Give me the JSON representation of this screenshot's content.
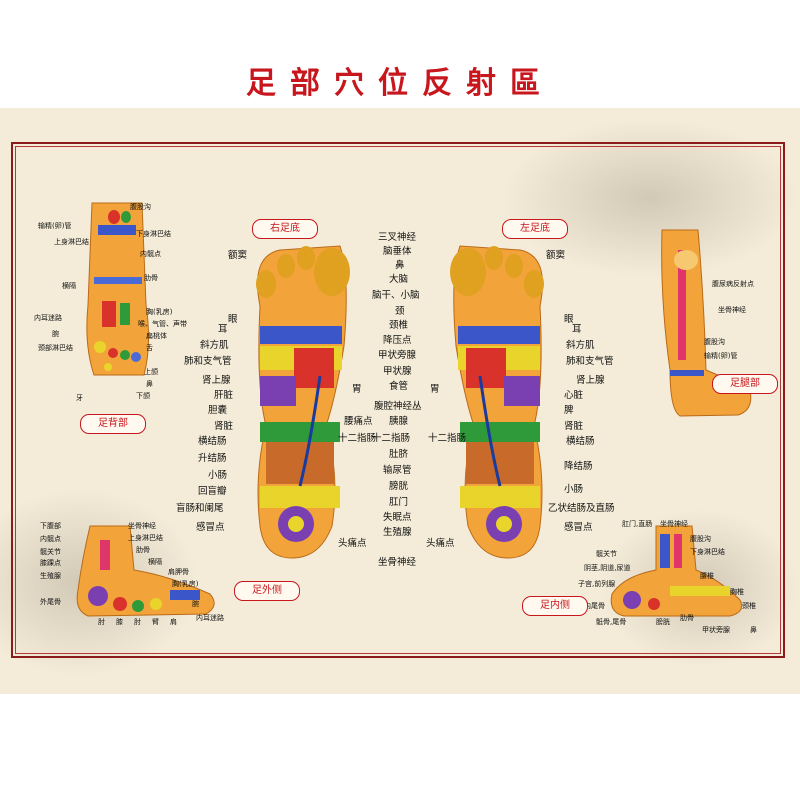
{
  "title": "足部穴位反射區",
  "tags": {
    "right_sole": "右足底",
    "left_sole": "左足底",
    "dorsal": "足背部",
    "lateral": "足外侧",
    "medial": "足内侧",
    "leg": "足腿部"
  },
  "center_labels": [
    "三叉神经",
    "脑垂体",
    "鼻",
    "大脑",
    "脑干、小脑",
    "颈",
    "颈椎",
    "降压点",
    "甲状旁腺",
    "甲状腺",
    "食管",
    "腹腔神经丛",
    "胰腺",
    "十二指肠",
    "肚脐",
    "输尿管",
    "膀胱",
    "肛门",
    "失眠点",
    "生殖腺",
    "头痛点",
    "坐骨神经"
  ],
  "center_side": {
    "stomach_r": "胃",
    "stomach_l": "胃",
    "lumbago_r": "腰痛点",
    "duodenum_r": "十二指肠",
    "duodenum_l": "十二指肠",
    "headache_l": "头痛点"
  },
  "right_labels": [
    "额窦",
    "眼",
    "耳",
    "斜方肌",
    "肺和支气管",
    "肾上腺",
    "肝脏",
    "胆囊",
    "肾脏",
    "横结肠",
    "升结肠",
    "小肠",
    "回盲瓣",
    "盲肠和阑尾",
    "感冒点"
  ],
  "left_labels": [
    "额窦",
    "眼",
    "耳",
    "斜方肌",
    "肺和支气管",
    "肾上腺",
    "心脏",
    "脾",
    "肾脏",
    "横结肠",
    "降结肠",
    "小肠",
    "乙状结肠及直肠",
    "感冒点"
  ],
  "dorsal_labels": [
    "腹股沟",
    "输精(卵)管",
    "下身淋巴结",
    "上身淋巴结",
    "内髋点",
    "肋骨",
    "横隔",
    "胸(乳房)",
    "喉、气管、声带",
    "扁桃体",
    "内耳迷路",
    "舌",
    "腕",
    "颈部淋巴结",
    "上颌",
    "鼻",
    "下颌",
    "牙"
  ],
  "leg_labels": [
    "腹尿病反射点",
    "坐骨神经",
    "腹股沟",
    "输精(卵)管"
  ],
  "lateral_labels": [
    "下腹部",
    "坐骨神经",
    "内髋点",
    "上身淋巴结",
    "髋关节",
    "肋骨",
    "膝踝点",
    "横隔",
    "肩胛骨",
    "生殖腺",
    "胸(乳房)",
    "外尾骨",
    "腕",
    "内耳迷路",
    "肘",
    "膝",
    "肘",
    "臂",
    "肩"
  ],
  "medial_labels": [
    "肛门,直肠",
    "坐骨神经",
    "腹股沟",
    "髋关节",
    "下身淋巴结",
    "阴茎,阴道,尿道",
    "腰椎",
    "子宫,前列腺",
    "胸椎",
    "内尾骨",
    "颈椎",
    "骶骨,尾骨",
    "膀胱",
    "肋骨",
    "甲状旁腺",
    "鼻"
  ],
  "colors": {
    "frame": "#8b1c1c",
    "title": "#c8161d",
    "skin": "#f0a030",
    "background": "#f4ecd8"
  }
}
